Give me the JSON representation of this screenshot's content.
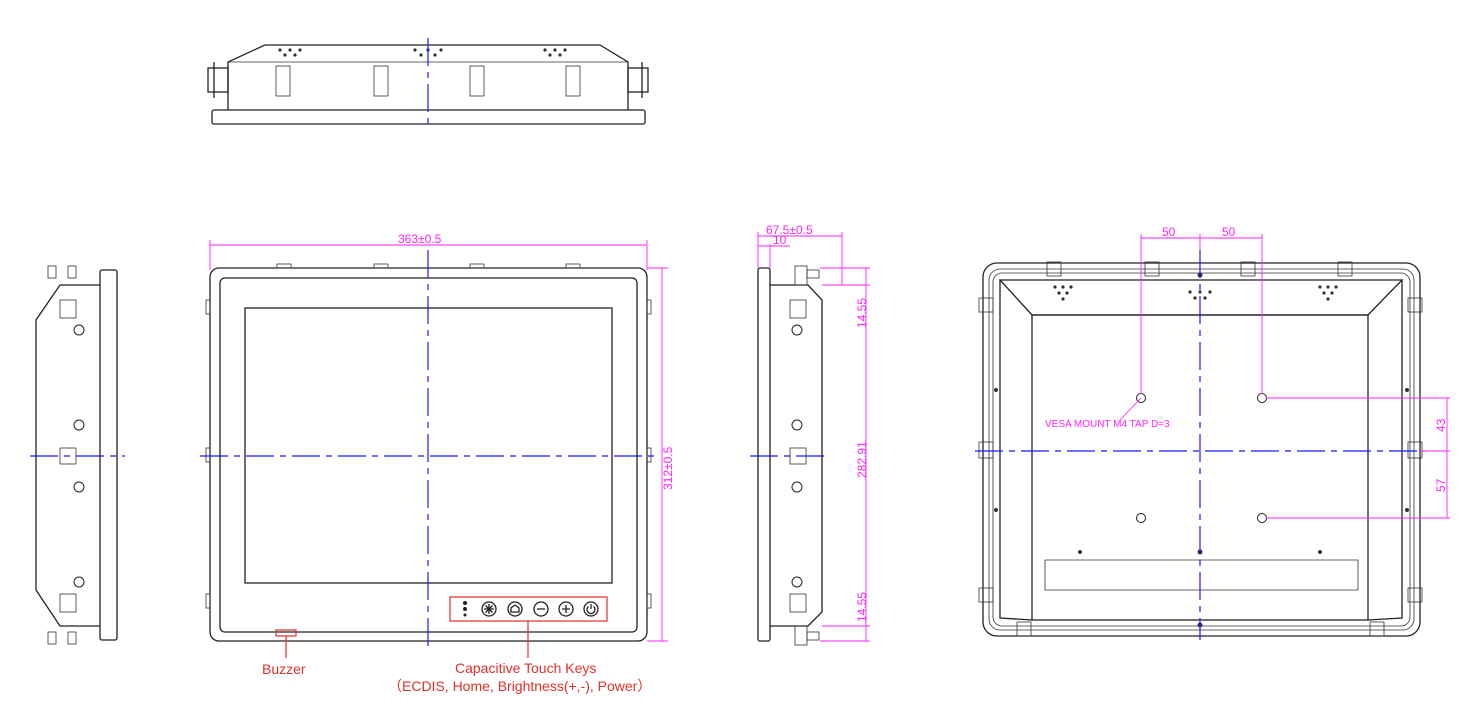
{
  "dimensions": {
    "front_width": "363±0.5",
    "front_height": "312±0.5",
    "side_depth": "67.5±0.5",
    "side_panel": "10",
    "side_top": "14.55",
    "side_mid": "282.91",
    "side_bottom": "14.55",
    "rear_vesa_left": "50",
    "rear_vesa_right": "50",
    "rear_vesa_upper": "43",
    "rear_vesa_lower": "57"
  },
  "annotations": {
    "vesa_note": "VESA MOUNT M4 TAP D=3",
    "buzzer": "Buzzer",
    "touch_keys_title": "Capacitive Touch Keys",
    "touch_keys_detail": "（ECDIS, Home, Brightness(+,-), Power）"
  },
  "touch_keys": [
    "ecdis-icon",
    "brightness-icon",
    "home-icon",
    "minus-icon",
    "plus-icon",
    "power-icon"
  ],
  "colors": {
    "dimension": "#ff22ff",
    "centerline": "#1a1aff",
    "callout": "#e0302a",
    "outline": "#222222"
  }
}
